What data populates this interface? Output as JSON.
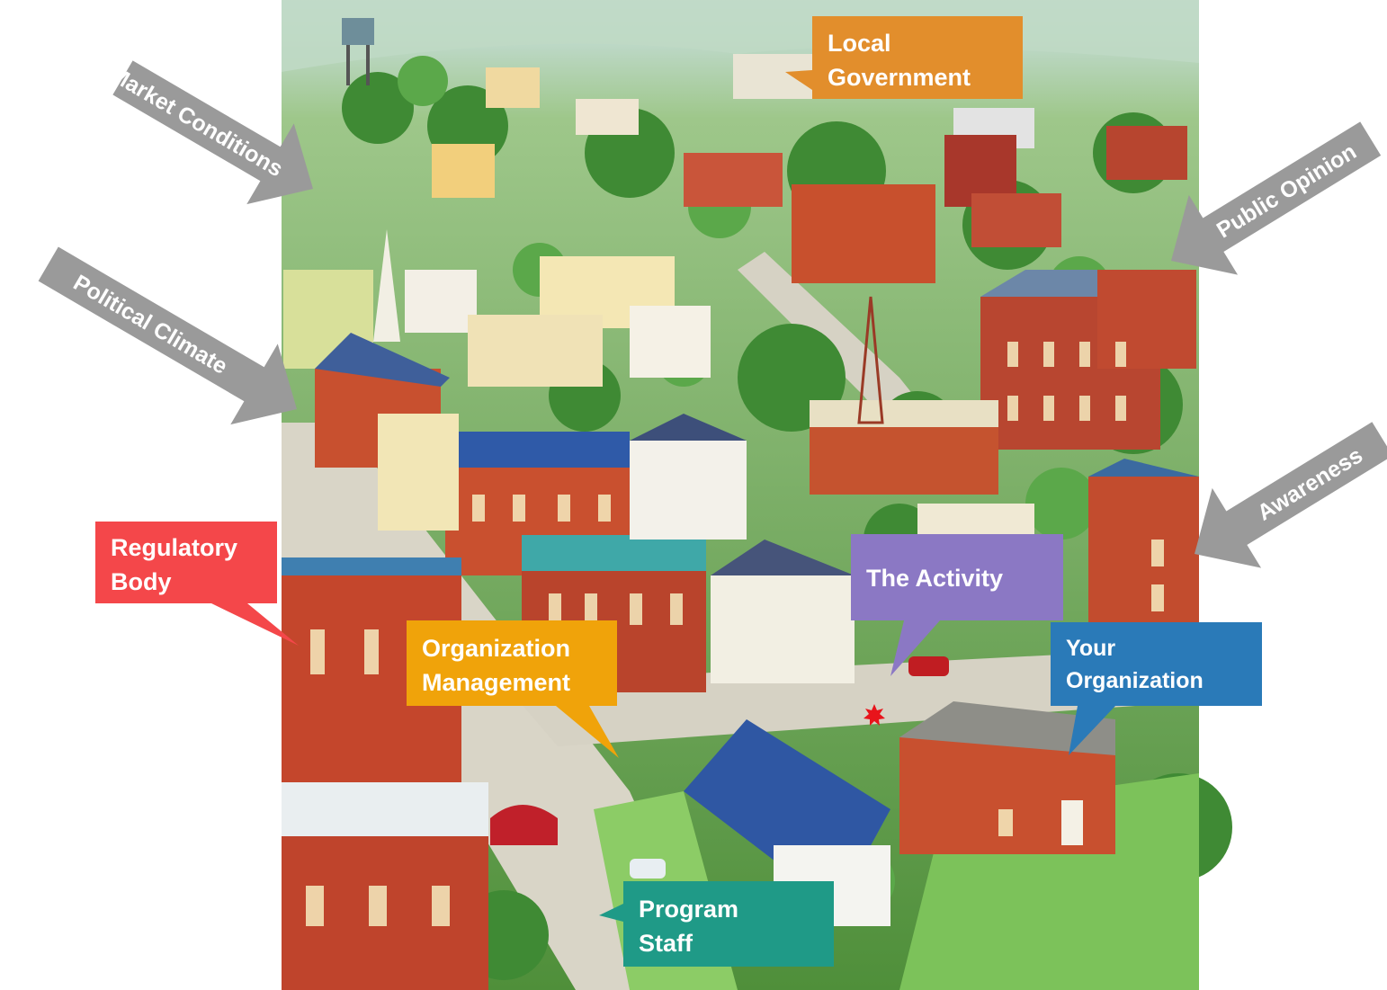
{
  "illustration": {
    "name": "town-aerial-view"
  },
  "callouts": {
    "local_government": {
      "lines": [
        "Local",
        "Government"
      ],
      "color": "#e28e2c"
    },
    "regulatory_body": {
      "lines": [
        "Regulatory",
        "Body"
      ],
      "color": "#f4474a"
    },
    "organization_management": {
      "lines": [
        "Organization",
        "Management"
      ],
      "color": "#f0a30a"
    },
    "the_activity": {
      "lines": [
        "The Activity"
      ],
      "color": "#8b78c4"
    },
    "your_organization": {
      "lines": [
        "Your",
        "Organization"
      ],
      "color": "#2a7ab8"
    },
    "program_staff": {
      "lines": [
        "Program",
        "Staff"
      ],
      "color": "#1f9a87"
    }
  },
  "arrows": {
    "market_conditions": "Market Conditions",
    "political_climate": "Political Climate",
    "public_opinion": "Public Opinion",
    "awareness": "Awareness",
    "color": "#9a9a9a"
  },
  "accent": {
    "activity_marker": "#e8141b"
  }
}
